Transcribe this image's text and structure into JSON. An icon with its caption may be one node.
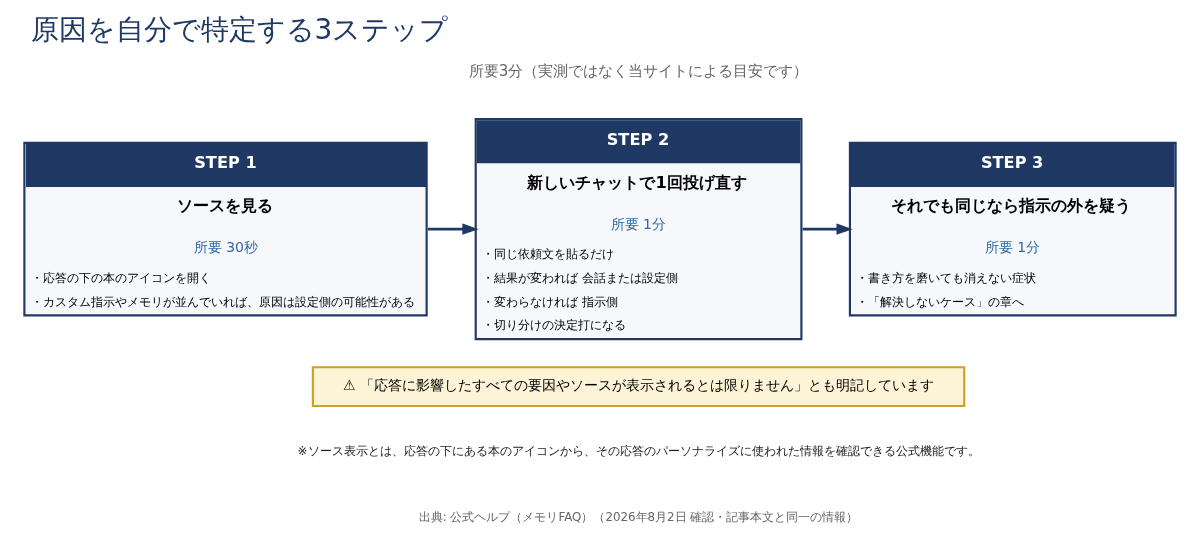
{
  "diagram": {
    "title": "原因を自分で特定する3ステップ",
    "nodes": [
      {
        "text": [
          "STEP 1",
          "ソースを見る",
          "所要 30秒",
          "・応答の下の本のアイコンを開く",
          "・カスタム指示やメモリが並んでいれば、原因は設定側の可能性がある"
        ]
      },
      {
        "text": [
          "STEP 2",
          "新しいチャットで1回投げ直す",
          "所要 1分",
          "・同じ依頼文を貼るだけ",
          "・結果が変われば 会話または設定側",
          "・変わらなければ 指示側",
          "・切り分けの決定打になる"
        ]
      },
      {
        "text": [
          "STEP 3",
          "それでも同じなら指示の外を疑う",
          "所要 1分",
          "・書き方を磨いても消えない症状",
          "・「解決しないケース」の章へ"
        ]
      },
      {
        "text": [
          "⚠ 「応答に影響したすべての要因やソースが表示されるとは限りません」とも明記しています"
        ]
      }
    ],
    "edges": [
      {
        "from": 0,
        "to": 1,
        "arrow": "to"
      },
      {
        "from": 1,
        "to": 2,
        "arrow": "to"
      }
    ],
    "labels": [
      "所要3分（実測ではなく当サイトによる目安です）",
      "※ソース表示とは、応答の下にある本のアイコンから、その応答のパーソナライズに使われた情報を確認できる公式機能です。",
      "出典: 公式ヘルプ（メモリFAQ）（2026年8月2日 確認・記事本文と同一の情報）"
    ]
  }
}
